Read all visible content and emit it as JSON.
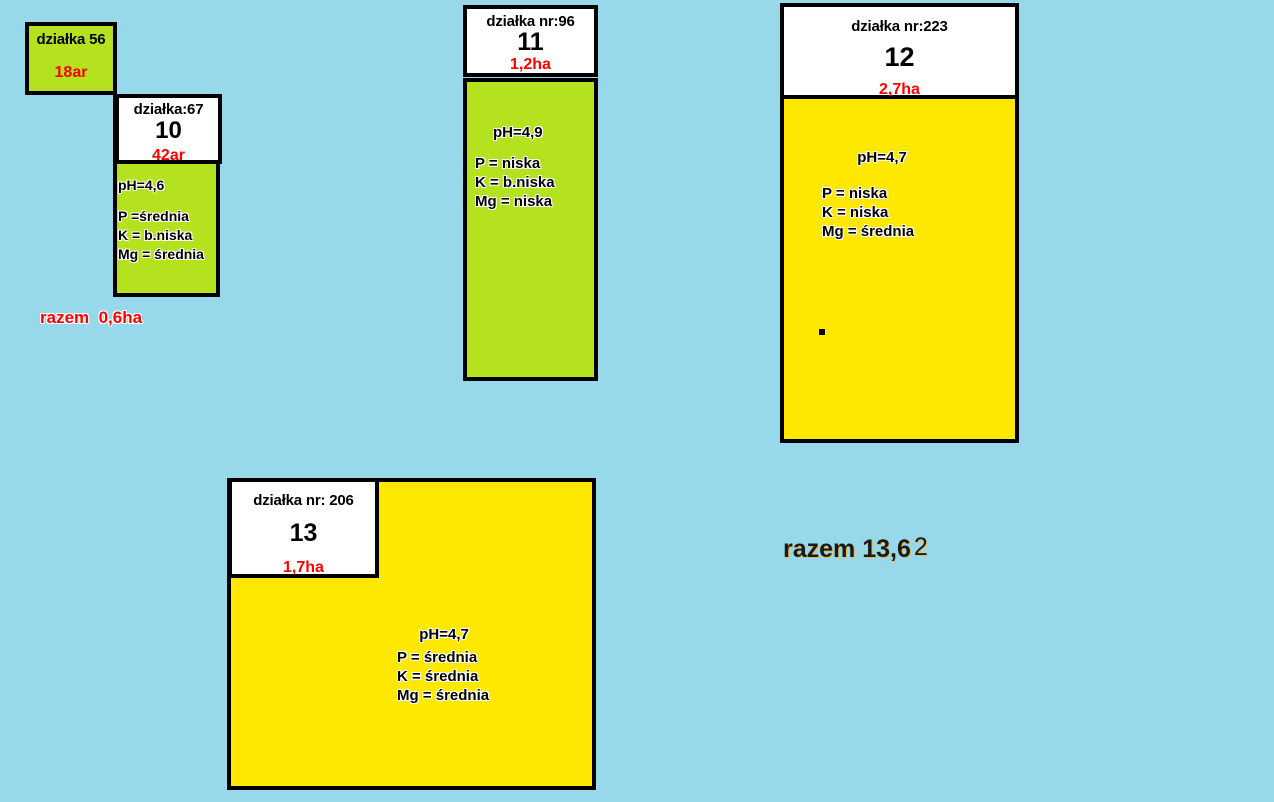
{
  "page": {
    "background_color": "#97d8ea",
    "green_color": "#b4e21e",
    "yellow_color": "#ffe800",
    "border_color": "#000000",
    "area_text_color": "#ff0000"
  },
  "parcels": [
    {
      "id": "56",
      "title": "działka 56",
      "number": "",
      "area": "18ar",
      "fill": "green",
      "ph": "",
      "nutrients": []
    },
    {
      "id": "67",
      "title": "działka:67",
      "number": "10",
      "area": "42ar",
      "fill": "green",
      "ph": "pH=4,6",
      "nutrients": [
        "P =średnia",
        "K = b.niska",
        "Mg =  średnia"
      ]
    },
    {
      "id": "96",
      "title": "działka nr:96",
      "number": "11",
      "area": "1,2ha",
      "fill": "green",
      "ph": "pH=4,9",
      "nutrients": [
        "P = niska",
        "K = b.niska",
        "Mg = niska"
      ]
    },
    {
      "id": "223",
      "title": "działka nr:223",
      "number": "12",
      "area": "2,7ha",
      "fill": "yellow",
      "ph": "pH=4,7",
      "nutrients": [
        "P = niska",
        "K = niska",
        "Mg = średnia"
      ]
    },
    {
      "id": "206",
      "title": "działka nr: 206",
      "number": "13",
      "area": "1,7ha",
      "fill": "yellow",
      "ph": "pH=4,7",
      "nutrients": [
        "P = średnia",
        "K = średnia",
        "Mg = średnia"
      ]
    }
  ],
  "totals": {
    "left_label": "razem",
    "left_value": "0,6ha",
    "right_label": "razem",
    "right_value": "13,6",
    "right_suffix": "2"
  }
}
